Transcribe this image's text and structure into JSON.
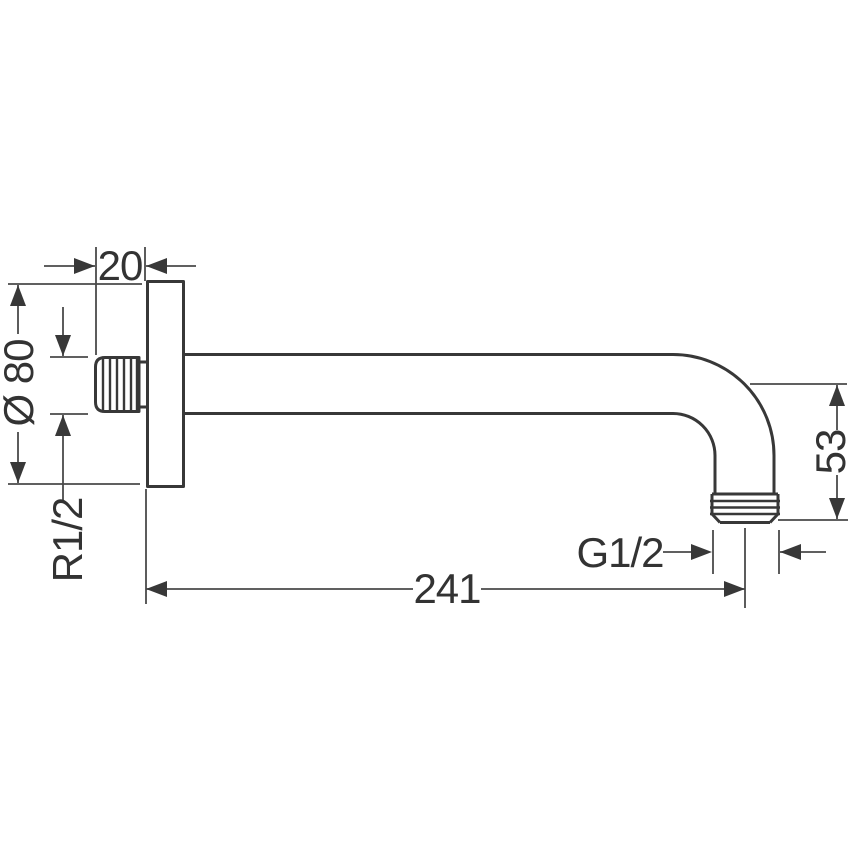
{
  "drawing": {
    "subject": "shower-arm-side-view-technical-drawing",
    "colors": {
      "background": "#ffffff",
      "line": "#383838",
      "dimension_line": "#4a4a4a",
      "text": "#333333"
    },
    "dimensions": {
      "stub_length": "20",
      "flange_diameter": "Ø 80",
      "inlet_thread": "R1/2",
      "arm_length": "241",
      "outlet_thread": "G1/2",
      "drop_height": "53"
    }
  }
}
